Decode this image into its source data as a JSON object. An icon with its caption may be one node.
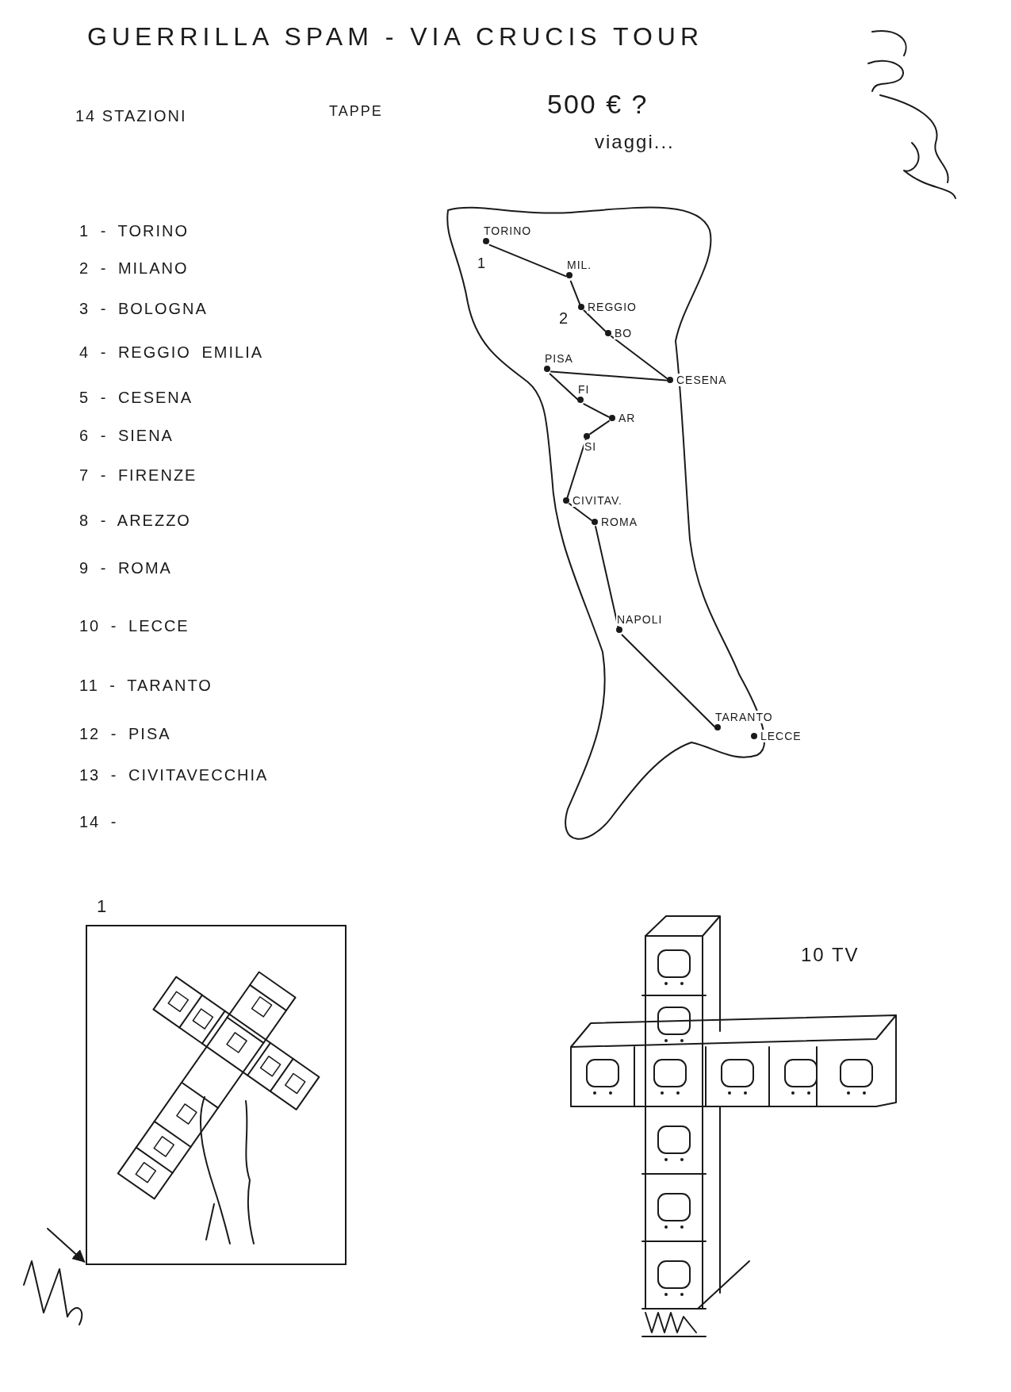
{
  "diagram": {
    "title": "GUERRILLA SPAM - VIA CRUCIS TOUR",
    "nodes": [
      {
        "text": [
          "TORINO"
        ]
      },
      {
        "text": [
          "MIL."
        ]
      },
      {
        "text": [
          "REGGIO"
        ]
      },
      {
        "text": [
          "BO"
        ]
      },
      {
        "text": [
          "CESENA"
        ]
      },
      {
        "text": [
          "PISA"
        ]
      },
      {
        "text": [
          "FI"
        ]
      },
      {
        "text": [
          "AR"
        ]
      },
      {
        "text": [
          "SI"
        ]
      },
      {
        "text": [
          "CIVITAV."
        ]
      },
      {
        "text": [
          "ROMA"
        ]
      },
      {
        "text": [
          "NAPOLI"
        ]
      },
      {
        "text": [
          "TARANTO"
        ]
      },
      {
        "text": [
          "LECCE"
        ]
      },
      {
        "text": [
          "1"
        ]
      }
    ],
    "edges": [
      {
        "from": 0,
        "to": 1,
        "arrow": "none"
      },
      {
        "from": 1,
        "to": 2,
        "arrow": "none"
      },
      {
        "from": 2,
        "to": 3,
        "arrow": "none"
      },
      {
        "from": 3,
        "to": 4,
        "arrow": "none"
      },
      {
        "from": 4,
        "to": 5,
        "arrow": "none"
      },
      {
        "from": 5,
        "to": 6,
        "arrow": "none"
      },
      {
        "from": 6,
        "to": 7,
        "arrow": "none"
      },
      {
        "from": 7,
        "to": 8,
        "arrow": "none"
      },
      {
        "from": 8,
        "to": 9,
        "arrow": "none"
      },
      {
        "from": 9,
        "to": 10,
        "arrow": "none"
      },
      {
        "from": 10,
        "to": 11,
        "arrow": "none"
      },
      {
        "from": 11,
        "to": 12,
        "arrow": "none"
      },
      {
        "from": null,
        "to": 14,
        "arrow": "to"
      }
    ],
    "labels": [
      "14 STAZIONI",
      "TAPPE",
      "500 € ?",
      "viaggi...",
      "1 - TORINO",
      "2 - MILANO",
      "3 - BOLOGNA",
      "4 - REGGIO EMILIA",
      "5 - CESENA",
      "6 - SIENA",
      "7 - FIRENZE",
      "8 - AREZZO",
      "9 - ROMA",
      "10 - LECCE",
      "11 - TARANTO",
      "12 - PISA",
      "13 - CIVITAVECCHIA",
      "14 -",
      "1",
      "2",
      "10 TV"
    ]
  }
}
